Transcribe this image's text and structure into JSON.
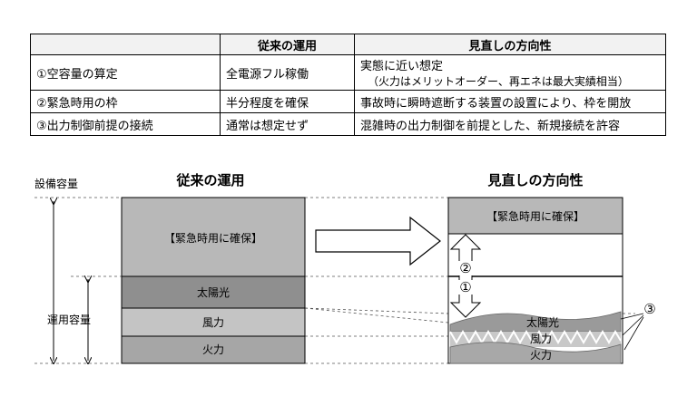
{
  "table": {
    "headers": [
      "",
      "従来の運用",
      "見直しの方向性"
    ],
    "rows": [
      {
        "item": "①空容量の算定",
        "conventional": "全電源フル稼働",
        "revised": "実態に近い想定",
        "revised_note": "（火力はメリットオーダー、再エネは最大実績相当）"
      },
      {
        "item": "②緊急時用の枠",
        "conventional": "半分程度を確保",
        "revised": "事故時に瞬時遮断する装置の設置により、枠を開放"
      },
      {
        "item": "③出力制御前提の接続",
        "conventional": "通常は想定せず",
        "revised": "混雑時の出力制御を前提とした、新規接続を許容"
      }
    ]
  },
  "diagram": {
    "left_title": "従来の運用",
    "right_title": "見直しの方向性",
    "capacity_label": "設備容量",
    "operating_label": "運用容量",
    "left_blocks": {
      "reserve": "【緊急時用に確保】",
      "solar": "太陽光",
      "wind": "風力",
      "thermal": "火力"
    },
    "right_blocks": {
      "reserve": "【緊急時用に確保】",
      "solar": "太陽光",
      "wind": "風力",
      "thermal": "火力"
    },
    "markers": {
      "m1": "①",
      "m2": "②",
      "m3": "③"
    }
  }
}
